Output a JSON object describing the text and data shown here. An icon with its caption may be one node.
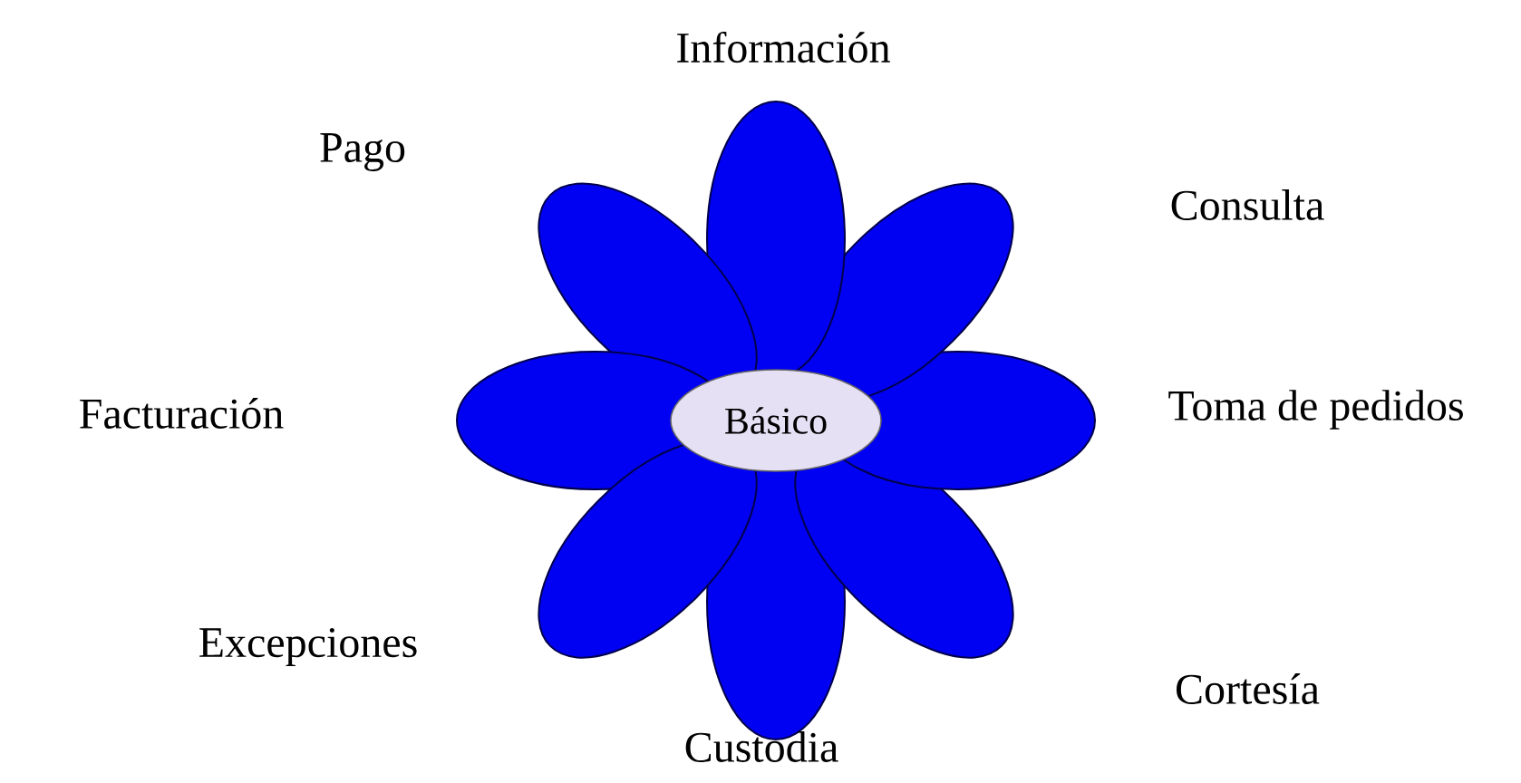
{
  "diagram": {
    "nodes": [
      {
        "text": [
          "Básico"
        ]
      }
    ],
    "labels": [
      "Información",
      "Pago",
      "Consulta",
      "Facturación",
      "Toma de pedidos",
      "Excepciones",
      "Cortesía",
      "Custodia"
    ]
  }
}
